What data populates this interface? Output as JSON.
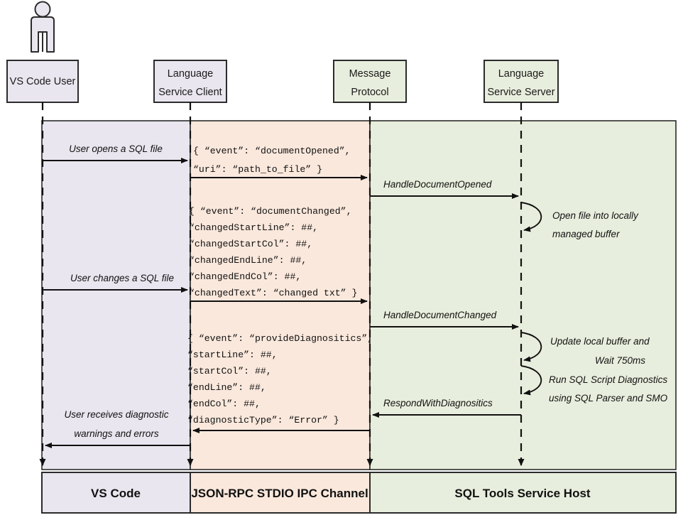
{
  "diagram": {
    "title": "SQL Tools Service sequence diagram",
    "colors": {
      "band_client": "#e9e6ef",
      "band_channel": "#fae8dc",
      "band_server": "#e8eedd",
      "stroke": "#2b2b2b",
      "text": "#111111",
      "canvas": "#ffffff"
    },
    "actor": {
      "name": "vs-code-user-actor",
      "icon": "person-icon"
    },
    "participants": [
      {
        "id": "vs-code-user",
        "line1": "VS Code User",
        "line2": "",
        "fill": "#e9e6ef"
      },
      {
        "id": "language-service-client",
        "line1": "Language",
        "line2": "Service Client",
        "fill": "#e9e6ef"
      },
      {
        "id": "message-protocol",
        "line1": "Message",
        "line2": "Protocol",
        "fill": "#e8eedd"
      },
      {
        "id": "language-service-server",
        "line1": "Language",
        "line2": "Service Server",
        "fill": "#e8eedd"
      }
    ],
    "bands": [
      {
        "id": "band-vs-code",
        "fill": "#e9e6ef"
      },
      {
        "id": "band-ipc-channel",
        "fill": "#fae8dc"
      },
      {
        "id": "band-tools-host",
        "fill": "#e8eedd"
      }
    ],
    "messages": [
      {
        "id": "msg-user-opens-sql-file",
        "text": "User opens a SQL file",
        "direction": "right"
      },
      {
        "id": "msg-handle-document-opened",
        "text": "HandleDocumentOpened",
        "direction": "right"
      },
      {
        "id": "msg-user-changes-sql-file",
        "text": "User changes a SQL file",
        "direction": "right"
      },
      {
        "id": "msg-handle-document-changed",
        "text": "HandleDocumentChanged",
        "direction": "right"
      },
      {
        "id": "msg-respond-with-diagnostics",
        "text": "RespondWithDiagnositics",
        "direction": "left"
      },
      {
        "id": "msg-user-receives-1",
        "text": "User receives diagnostic",
        "direction": "left"
      },
      {
        "id": "msg-user-receives-2",
        "text": "warnings and errors",
        "direction": "left"
      }
    ],
    "self_notes": [
      {
        "id": "note-open-file-1",
        "text": "Open file into locally"
      },
      {
        "id": "note-open-file-2",
        "text": "managed buffer"
      },
      {
        "id": "note-update-buffer-1",
        "text": "Update local buffer and"
      },
      {
        "id": "note-update-buffer-2",
        "text": "Wait 750ms"
      },
      {
        "id": "note-run-diag-1",
        "text": "Run SQL Script Diagnostics"
      },
      {
        "id": "note-run-diag-2",
        "text": "using SQL Parser and SMO"
      }
    ],
    "payload_document_opened": [
      "{ “event”: “documentOpened”,",
      "  “uri”: “path_to_file” }"
    ],
    "payload_document_changed": [
      "{ “event”: “documentChanged”,",
      "  “changedStartLine”: ##,",
      "  “changedStartCol”: ##,",
      "  “changedEndLine”: ##,",
      "  “changedEndCol”: ##,",
      "  “changedText”: “changed txt” }"
    ],
    "payload_provide_diagnostics": [
      "{ “event”: “provideDiagnositics”,",
      "  “startLine”: ##,",
      "  “startCol”: ##,",
      "  “endLine”: ##,",
      "  “endCol”: ##,",
      "  “diagnosticType”: “Error” }"
    ],
    "footers": [
      {
        "id": "footer-vs-code",
        "text": "VS Code",
        "fill": "#e9e6ef"
      },
      {
        "id": "footer-ipc-channel",
        "text": "JSON-RPC STDIO IPC Channel",
        "fill": "#fae8dc"
      },
      {
        "id": "footer-tools-host",
        "text": "SQL Tools Service Host",
        "fill": "#e8eedd"
      }
    ]
  }
}
